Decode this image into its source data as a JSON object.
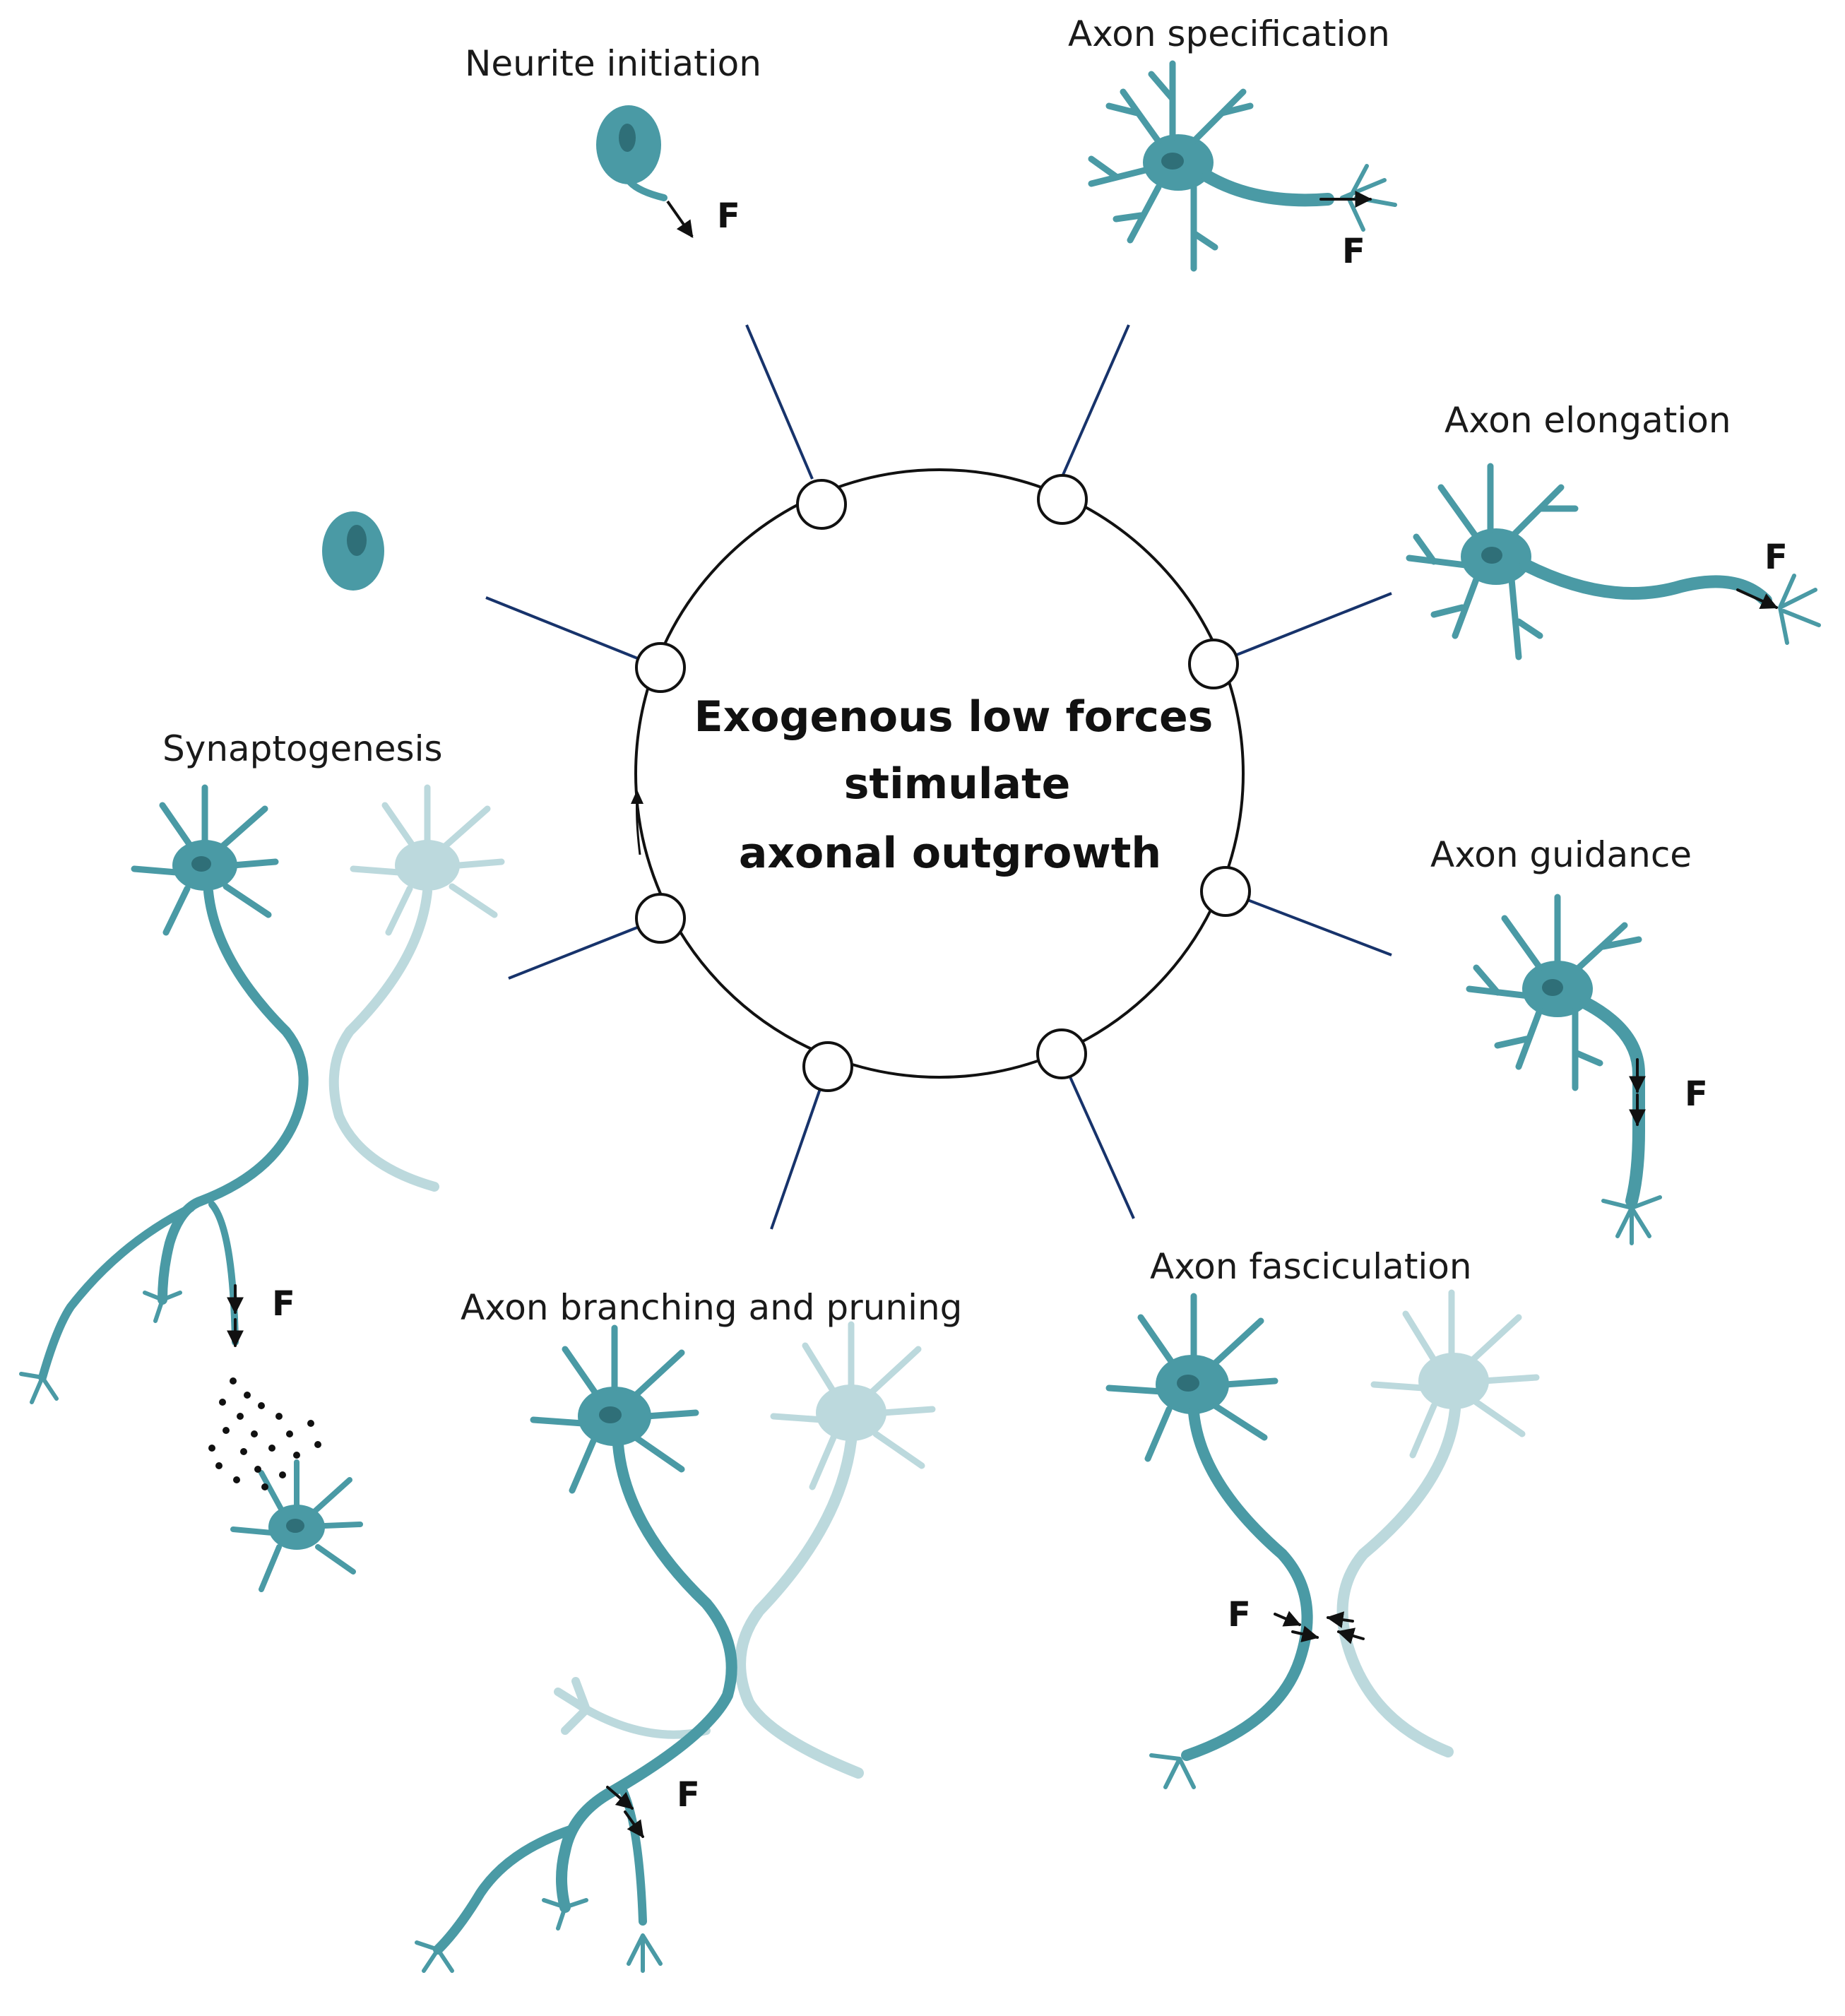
{
  "center": {
    "line1": "Exogenous low forces",
    "line2": "stimulate",
    "line3": "axonal outgrowth"
  },
  "stages": {
    "neurite_initiation": "Neurite initiation",
    "axon_specification": "Axon specification",
    "axon_elongation": "Axon elongation",
    "axon_guidance": "Axon guidance",
    "axon_fasciculation": "Axon fasciculation",
    "axon_branching_pruning": "Axon branching and pruning",
    "synaptogenesis": "Synaptogenesis"
  },
  "force_label": "F",
  "colors": {
    "neuron": "#4a9aa5",
    "neuron_faded": "#bcd9dd",
    "nucleus": "#2f6f78",
    "spoke": "#17336b",
    "ring": "#111111"
  }
}
